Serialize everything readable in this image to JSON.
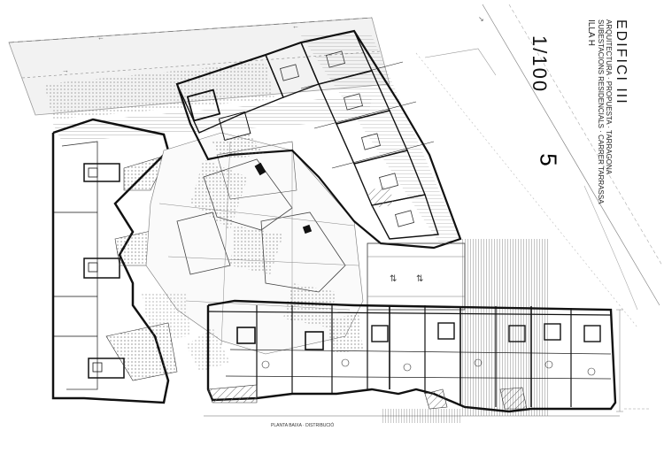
{
  "sheet": {
    "title": "EDIFICI III",
    "subtitle_1": "ARQUITECTURA · PROPUESTA · TARRAGONA",
    "subtitle_2": "SUBESTACIONS RESIDENCIALS · CARRER TARRASSA",
    "block_label": "ILLA H",
    "sheet_number": "5",
    "scale": "1/100",
    "footer_caption": "PLANTA BAIXA · DISTRIBUCIÓ"
  },
  "colors": {
    "line": "#111111",
    "hatch": "#555555",
    "background": "#ffffff"
  },
  "icons": {
    "north_arrow": "arrow-icon",
    "stairs": "stairs-icon"
  }
}
